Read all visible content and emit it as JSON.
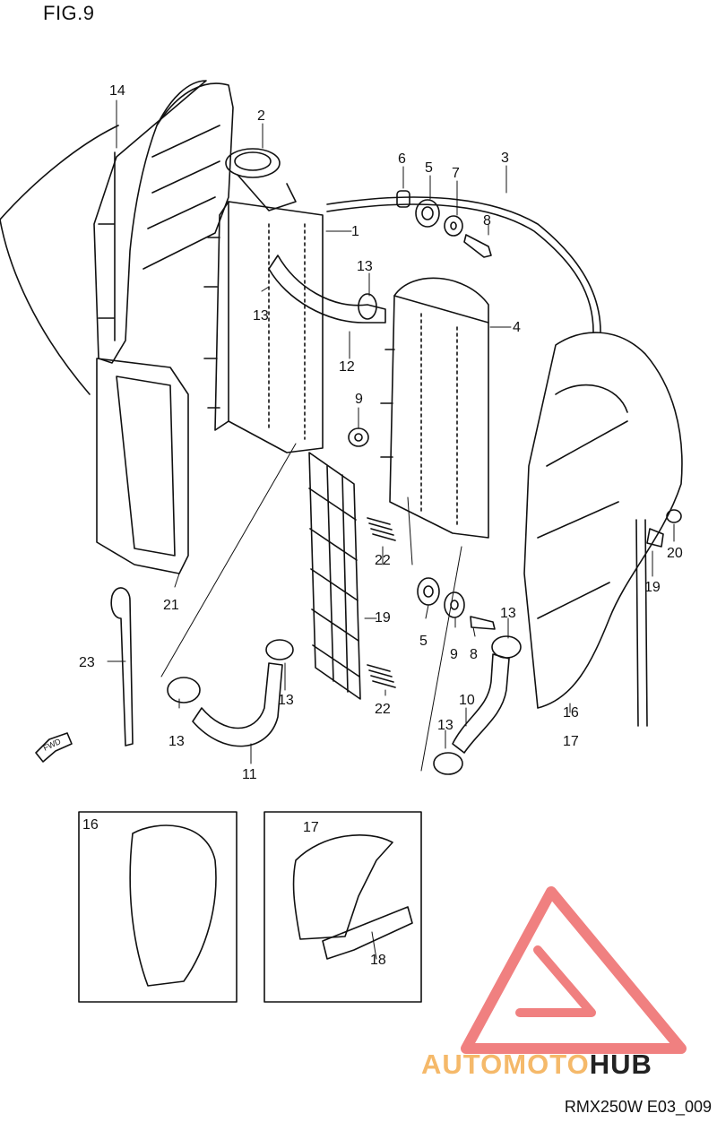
{
  "figure": {
    "title": "FIG.9",
    "code": "RMX250W E03_009"
  },
  "callouts": [
    "1",
    "2",
    "3",
    "4",
    "5",
    "5",
    "6",
    "7",
    "8",
    "8",
    "9",
    "9",
    "10",
    "11",
    "12",
    "13",
    "13",
    "13",
    "13",
    "13",
    "13",
    "14",
    "16",
    "17",
    "19",
    "19",
    "20",
    "21",
    "22",
    "22",
    "23",
    "16",
    "17",
    "18"
  ],
  "labels": {
    "l1": "1",
    "l2": "2",
    "l3": "3",
    "l4": "4",
    "l5a": "5",
    "l5b": "5",
    "l6": "6",
    "l7": "7",
    "l8a": "8",
    "l8b": "8",
    "l9a": "9",
    "l9b": "9",
    "l10": "10",
    "l11": "11",
    "l12": "12",
    "l13a": "13",
    "l13b": "13",
    "l13c": "13",
    "l13d": "13",
    "l13e": "13",
    "l13f": "13",
    "l14": "14",
    "l16": "16",
    "l17": "17",
    "l19a": "19",
    "l19b": "19",
    "l20": "20",
    "l21": "21",
    "l22a": "22",
    "l22b": "22",
    "l23": "23",
    "inset16": "16",
    "inset17": "17",
    "inset18": "18",
    "fwd": "FWD"
  },
  "watermark": {
    "part1": "AUTOMOTO",
    "part2": "HUB",
    "colors": {
      "triangle": "#f08080",
      "text_orange": "#f5b96a",
      "text_dark": "#222222"
    }
  }
}
